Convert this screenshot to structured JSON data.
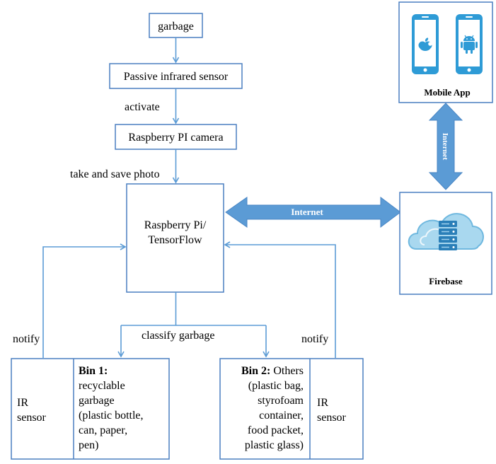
{
  "nodes": {
    "garbage": "garbage",
    "pir": "Passive infrared sensor",
    "camera": "Raspberry PI camera",
    "rpi_line1": "Raspberry Pi/",
    "rpi_line2": "TensorFlow",
    "mobile": "Mobile App",
    "firebase": "Firebase",
    "ir_left_line1": "IR",
    "ir_left_line2": "sensor",
    "ir_right_line1": "IR",
    "ir_right_line2": "sensor",
    "bin1_title": "Bin 1:",
    "bin1_lines": [
      "recyclable",
      "garbage",
      "(plastic bottle,",
      "can, paper,",
      "pen)"
    ],
    "bin2_title": "Bin 2:",
    "bin2_title_rest": " Others",
    "bin2_lines": [
      "(plastic bag,",
      "styrofoam",
      "container,",
      "food packet,",
      "plastic glass)"
    ]
  },
  "edges": {
    "activate": "activate",
    "take_photo": "take and save photo",
    "classify": "classify garbage",
    "notify_left": "notify",
    "notify_right": "notify",
    "internet_horizontal": "Internet",
    "internet_vertical": "Internet"
  },
  "colors": {
    "box_border": "#4a7fc1",
    "arrow": "#5b9bd5",
    "band": "#5b9bd5",
    "phone_blue": "#2e9bd6",
    "cloud": "#9fd4ee",
    "server": "#2a7fb8"
  }
}
